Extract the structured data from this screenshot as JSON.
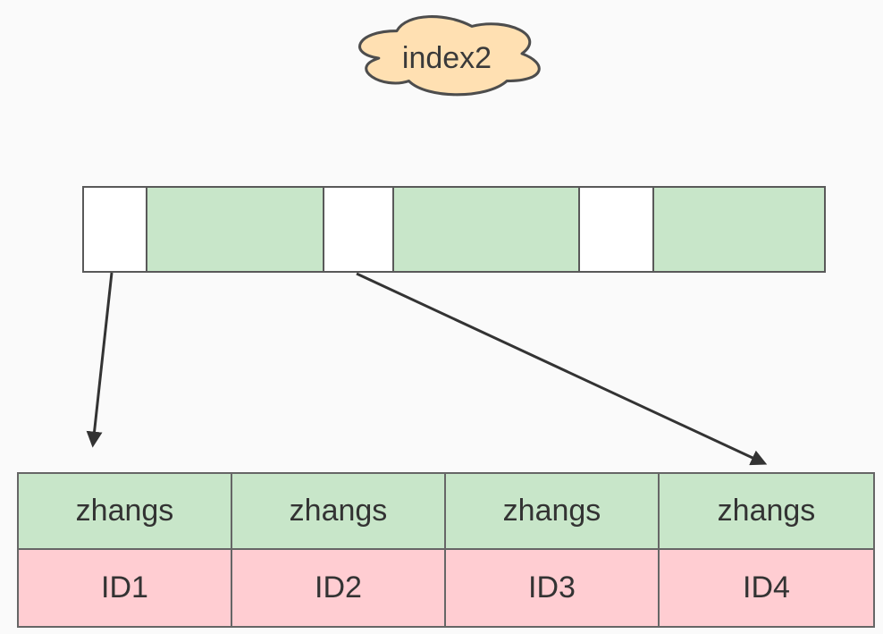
{
  "page": {
    "background_color": "#fafafa",
    "text_color": "#333333"
  },
  "cloud": {
    "label": "index2",
    "fill": "#ffe0b2",
    "stroke": "#4d4d4d"
  },
  "index_bar": {
    "empty_color": "#ffffff",
    "filled_color": "#c8e6c9",
    "border_color": "#595959",
    "segments": [
      {
        "state": "empty"
      },
      {
        "state": "filled"
      },
      {
        "state": "empty"
      },
      {
        "state": "filled"
      },
      {
        "state": "empty"
      },
      {
        "state": "filled"
      }
    ]
  },
  "arrows": {
    "color": "#333333",
    "items": [
      {
        "from": "index-slot-1",
        "to": "table-column-1"
      },
      {
        "from": "index-slot-3",
        "to": "table-column-4"
      }
    ]
  },
  "table": {
    "name_row_color": "#c8e6c9",
    "id_row_color": "#ffcdd2",
    "border_color": "#666666",
    "columns": [
      {
        "name": "zhangs",
        "id": "ID1"
      },
      {
        "name": "zhangs",
        "id": "ID2"
      },
      {
        "name": "zhangs",
        "id": "ID3"
      },
      {
        "name": "zhangs",
        "id": "ID4"
      }
    ]
  }
}
